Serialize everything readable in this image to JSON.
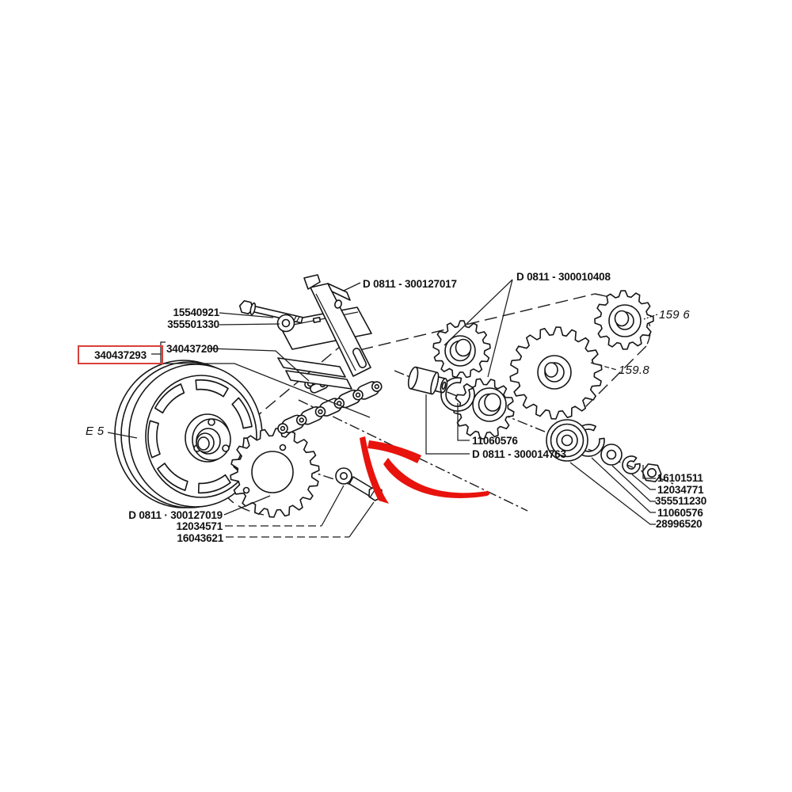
{
  "diagram": {
    "type": "exploded-parts-diagram",
    "background": "#ffffff",
    "line_color": "#151515",
    "highlight_color": "#e8130d",
    "highlight_box_color": "#d9403a",
    "highlighted_part_number": "340437293",
    "labels": [
      {
        "name": "part-15540921",
        "text": "15540921"
      },
      {
        "name": "part-355501330",
        "text": "355501330"
      },
      {
        "name": "part-340437293",
        "text": "340437293"
      },
      {
        "name": "part-340437200",
        "text": "340437200"
      },
      {
        "name": "ref-e5",
        "text": "E 5"
      },
      {
        "name": "part-d0811-300127017",
        "text": "D 0811 - 300127017"
      },
      {
        "name": "part-d0811-300010408",
        "text": "D 0811 - 300010408"
      },
      {
        "name": "ref-159-6",
        "text": "159 6"
      },
      {
        "name": "ref-159-8",
        "text": "159.8"
      },
      {
        "name": "part-11060576-mid",
        "text": "11060576"
      },
      {
        "name": "part-d0811-300014763",
        "text": "D 0811 - 300014763"
      },
      {
        "name": "part-16101511",
        "text": "16101511"
      },
      {
        "name": "part-12034771",
        "text": "12034771"
      },
      {
        "name": "part-355511230",
        "text": "355511230"
      },
      {
        "name": "part-11060576-right",
        "text": "11060576"
      },
      {
        "name": "part-28996520",
        "text": "28996520"
      },
      {
        "name": "part-d0811-300127019",
        "text": "D 0811 · 300127019"
      },
      {
        "name": "part-12034571",
        "text": "12034571"
      },
      {
        "name": "part-16043621",
        "text": "16043621"
      }
    ]
  }
}
